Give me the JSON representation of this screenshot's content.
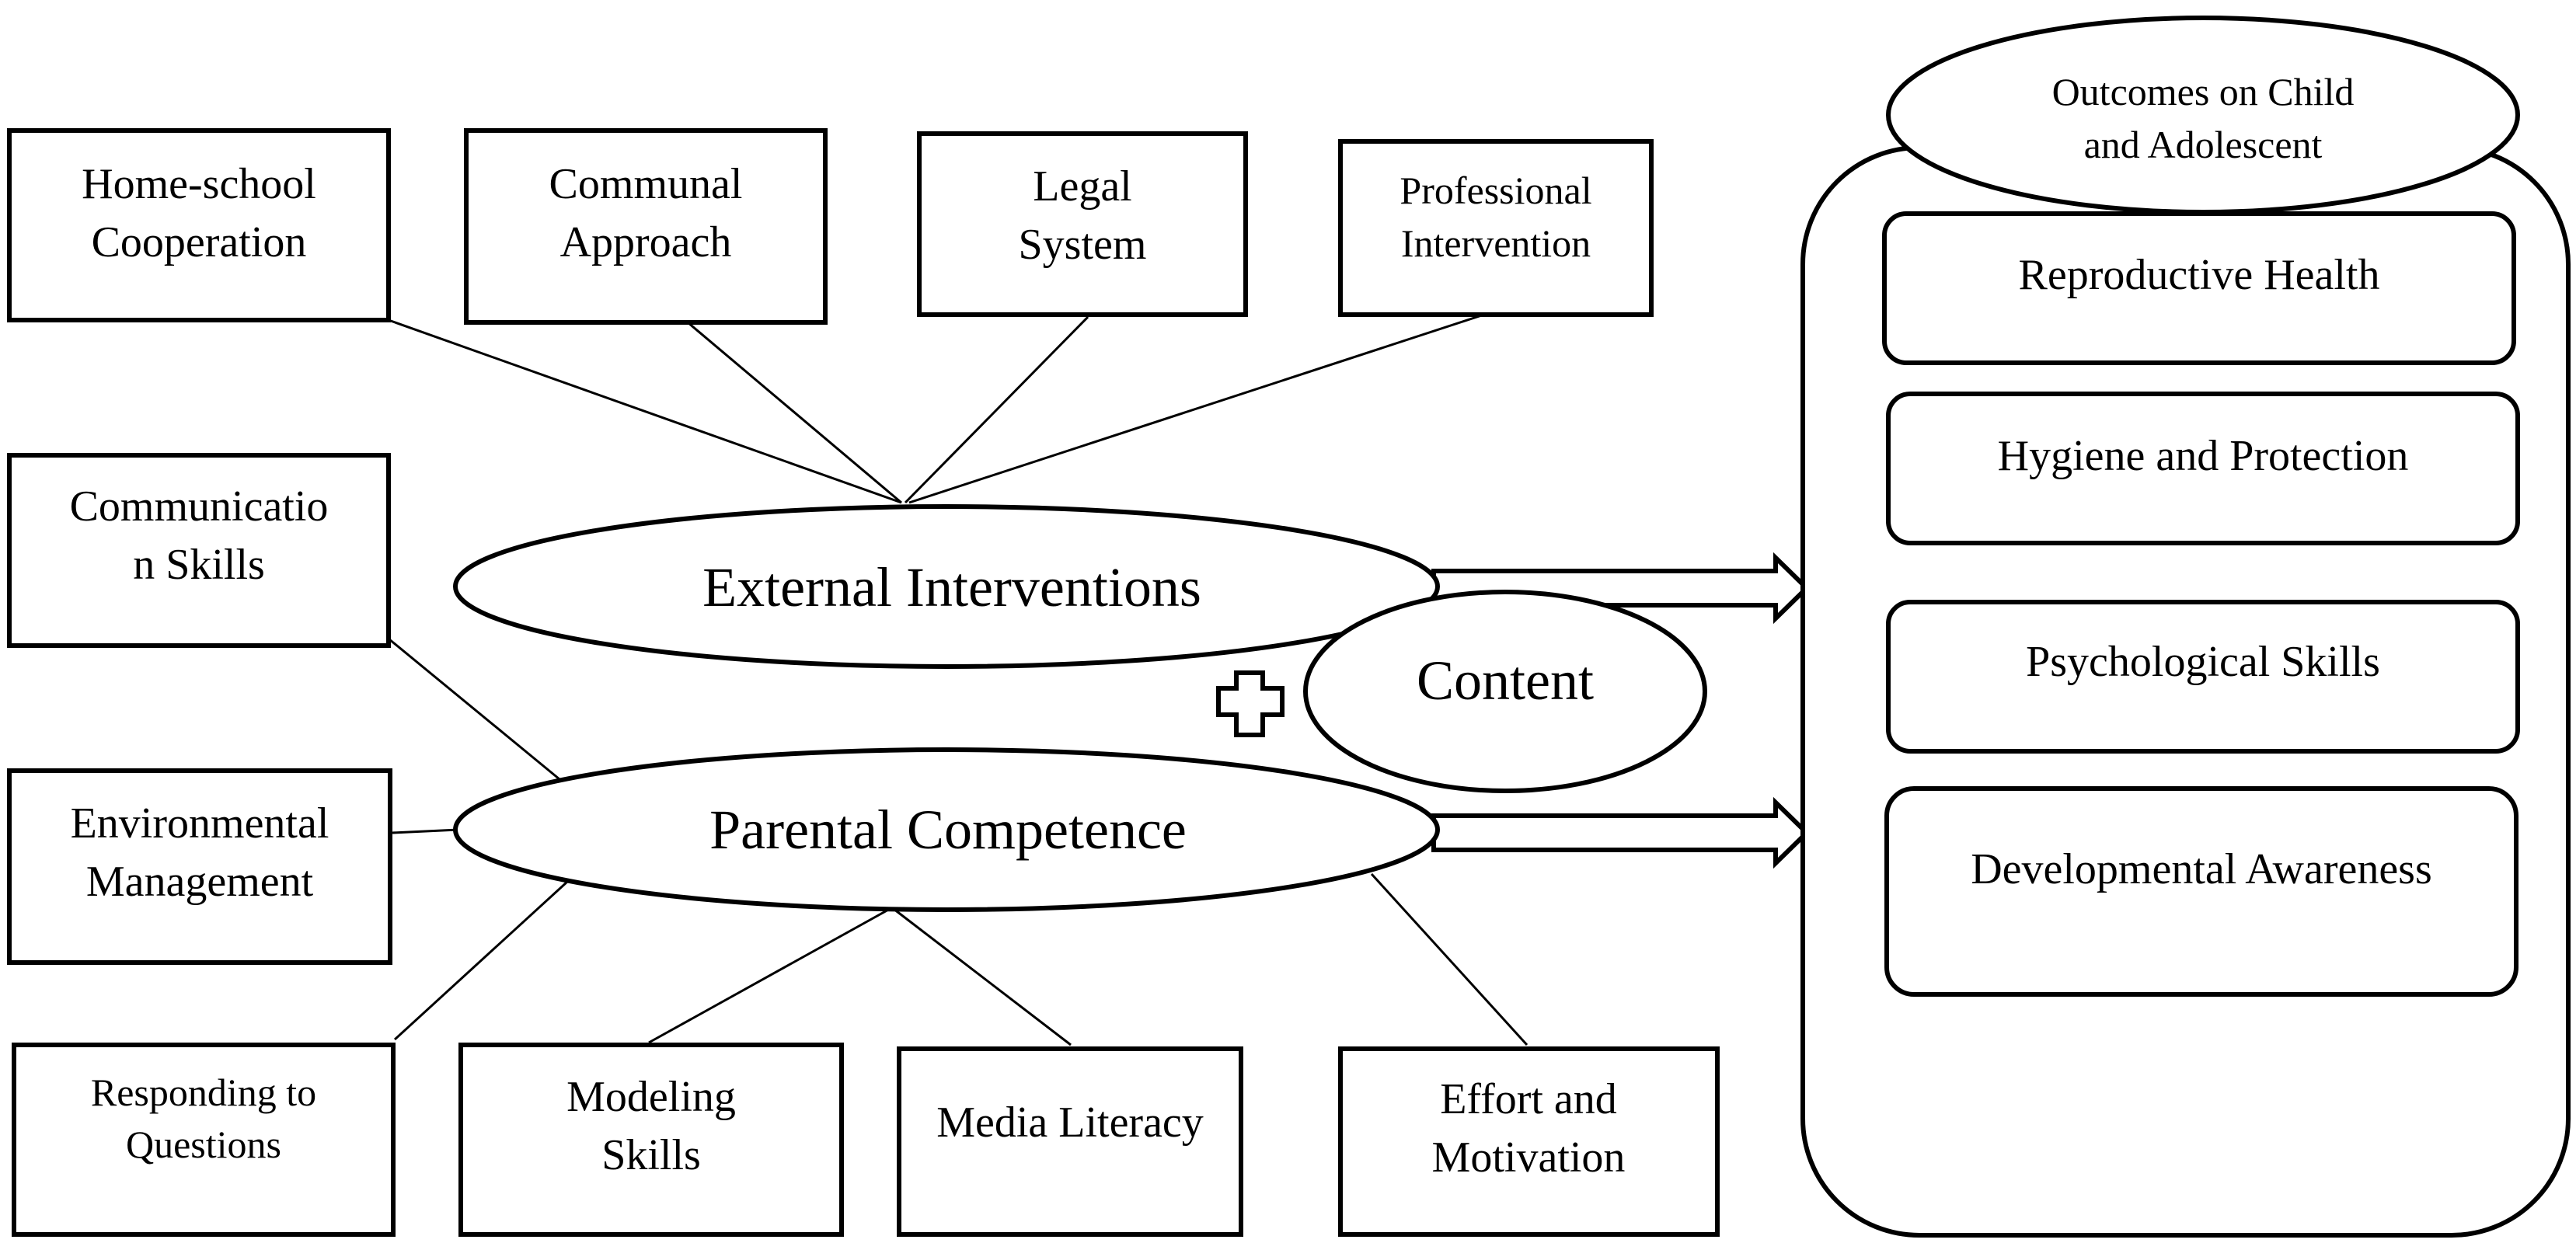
{
  "external_factors": [
    {
      "id": "home_school",
      "lines": [
        "Home-school",
        "Cooperation"
      ]
    },
    {
      "id": "communal",
      "lines": [
        "Communal",
        "Approach"
      ]
    },
    {
      "id": "legal",
      "lines": [
        "Legal",
        "System"
      ]
    },
    {
      "id": "professional",
      "lines": [
        "Professional",
        "Intervention"
      ]
    }
  ],
  "parental_factors": [
    {
      "id": "communication",
      "lines": [
        "Communicatio",
        "n Skills"
      ]
    },
    {
      "id": "environmental",
      "lines": [
        "Environmental",
        "Management"
      ]
    },
    {
      "id": "responding",
      "lines": [
        "Responding to",
        "Questions"
      ]
    },
    {
      "id": "modeling",
      "lines": [
        "Modeling",
        "Skills"
      ]
    },
    {
      "id": "media",
      "lines": [
        "Media Literacy"
      ]
    },
    {
      "id": "effort",
      "lines": [
        "Effort and",
        "Motivation"
      ]
    }
  ],
  "central": {
    "external_interventions": "External Interventions",
    "parental_competence": "Parental Competence",
    "content": "Content",
    "plus_icon": "plus-icon"
  },
  "outcomes": {
    "title_lines": [
      "Outcomes on Child",
      "and Adolescent"
    ],
    "items": [
      "Reproductive Health",
      "Hygiene and Protection",
      "Psychological Skills",
      "Developmental Awareness"
    ]
  }
}
